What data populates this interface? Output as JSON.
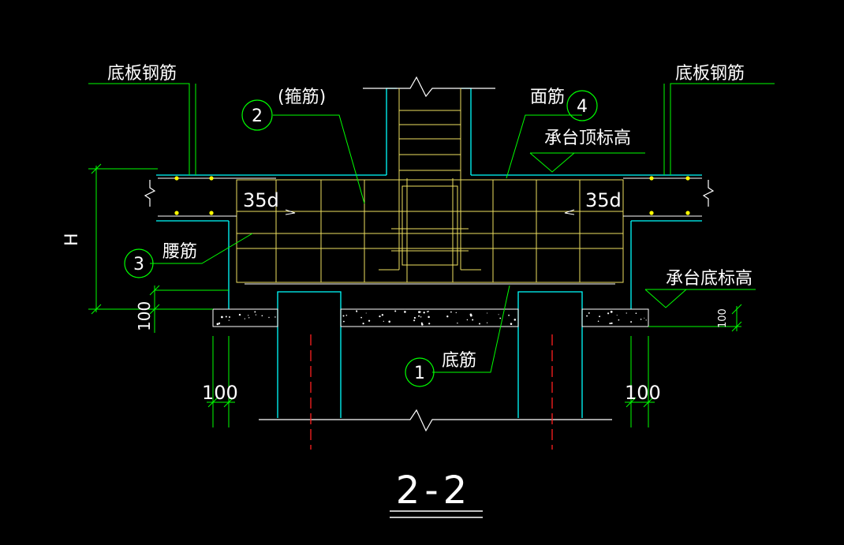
{
  "colors": {
    "background": "#000000",
    "concrete": "#00FFFF",
    "rebar": "#FFFF66",
    "leader": "#00FF00",
    "dimension": "#00FF00",
    "text": "#FFFFFF",
    "centerline": "#FF0000",
    "rebar_dot": "#FFFF00"
  },
  "labels": {
    "bottom_slab_rebar_left": "底板钢筋",
    "bottom_slab_rebar_right": "底板钢筋",
    "stirrup": "(箍筋)",
    "top_rebar": "面筋",
    "cap_top_elevation": "承台顶标高",
    "waist_rebar": "腰筋",
    "cap_bottom_elevation": "承台底标高",
    "bottom_rebar": "底筋",
    "anchorage_left": "35d",
    "anchorage_right": "35d",
    "height_dim": "H",
    "cushion_dim_left": "100",
    "cushion_dim_right": "100",
    "offset_dim_left": "100",
    "offset_dim_right": "100",
    "section_title": "2-2"
  },
  "markers": {
    "stirrup": "2",
    "top_rebar": "4",
    "waist_rebar": "3",
    "bottom_rebar": "1"
  }
}
